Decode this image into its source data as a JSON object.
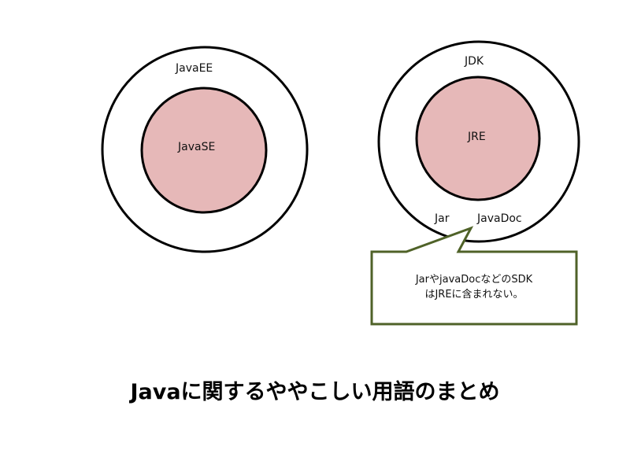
{
  "diagram": {
    "left": {
      "outer": "JavaEE",
      "inner": "JavaSE"
    },
    "right": {
      "outer": "JDK",
      "inner": "JRE",
      "items": [
        "Jar",
        "JavaDoc"
      ]
    },
    "callout": {
      "lines": [
        "JarやjavaDocなどのSDK",
        "はJREに含まれない。"
      ]
    }
  },
  "title": "Javaに関するややこしい用語のまとめ",
  "colors": {
    "inner_fill": "#e6b8b8",
    "circle_stroke": "#000000",
    "callout_border": "#4f6228"
  }
}
